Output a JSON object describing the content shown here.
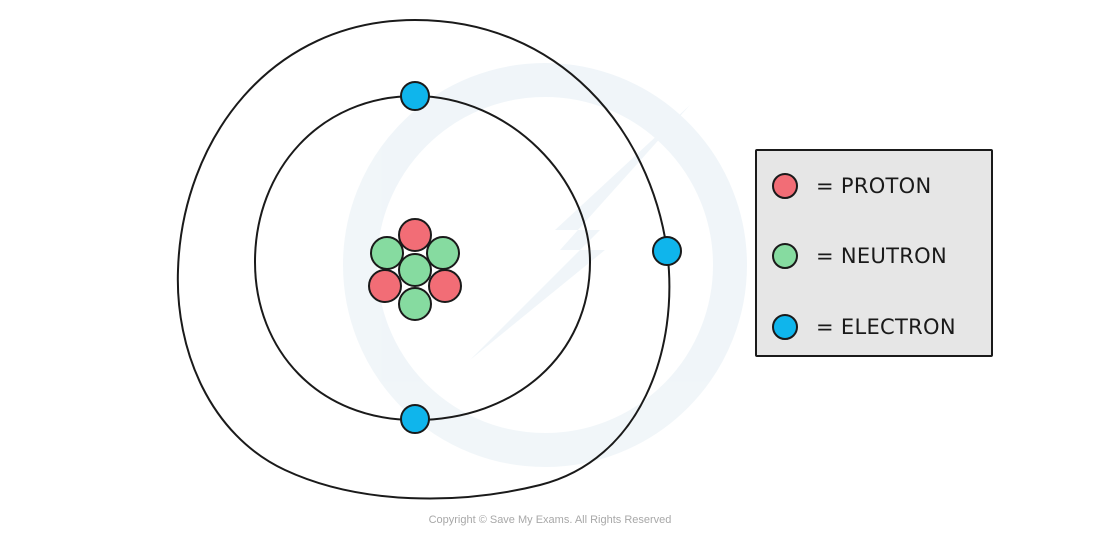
{
  "diagram": {
    "colors": {
      "proton": "#f26d76",
      "neutron": "#86dba0",
      "electron": "#0fb5ec",
      "stroke": "#1a1a1a",
      "legend_bg": "#e6e6e6",
      "watermark": "#eef4f8"
    },
    "nucleus": {
      "protons": 3,
      "neutrons": 4
    },
    "shells": [
      {
        "electrons": 2
      },
      {
        "electrons": 1
      }
    ]
  },
  "legend": {
    "items": [
      {
        "key": "proton",
        "label": "= PROTON"
      },
      {
        "key": "neutron",
        "label": "= NEUTRON"
      },
      {
        "key": "electron",
        "label": "= ELECTRON"
      }
    ]
  },
  "footer": {
    "copyright": "Copyright © Save My Exams. All Rights Reserved"
  }
}
